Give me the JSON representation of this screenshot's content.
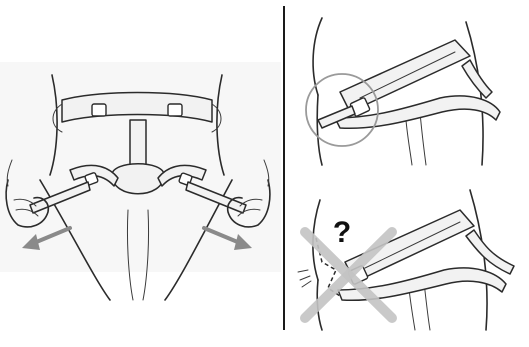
{
  "figure": {
    "left_panel": {
      "arrows": [
        "arrow-left",
        "arrow-right"
      ],
      "colors": {
        "arrow": "#8a8a8a",
        "ink": "#2b2b2b",
        "background": "#ffffff"
      }
    },
    "top_right_panel": {
      "highlight": "circle",
      "colors": {
        "circle": "#9a9a9a"
      }
    },
    "bottom_right_panel": {
      "question_mark": "?",
      "cross": "x-mark",
      "colors": {
        "cross": "#c4c4c4",
        "question": "#111111"
      }
    },
    "divider_color": "#1a1a1a"
  }
}
